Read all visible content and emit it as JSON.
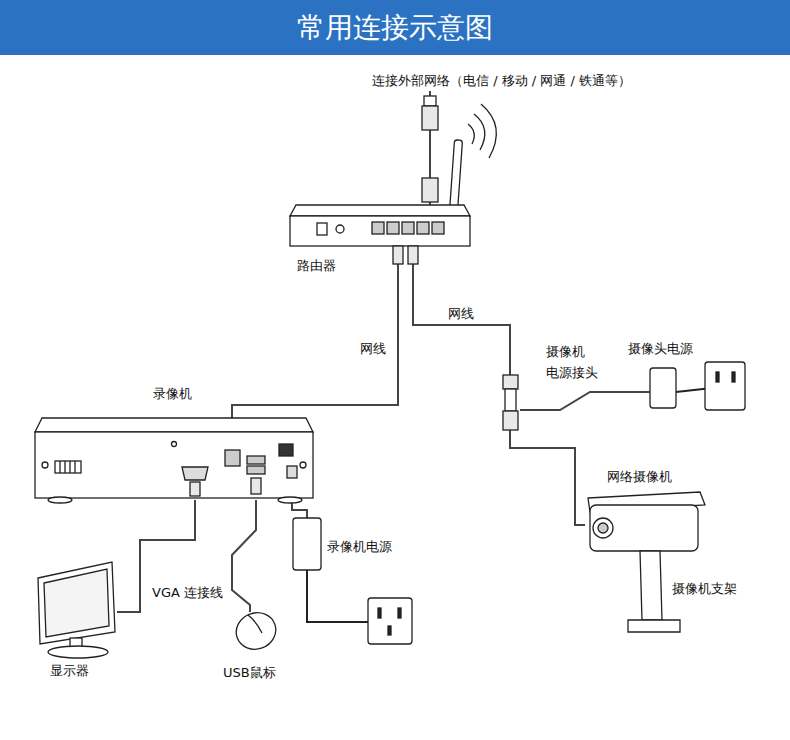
{
  "diagram": {
    "title": "常用连接示意图",
    "nodes": [
      {
        "text": [
          "连接外部网络（电信 / 移动 / 网通 / 铁通等）"
        ]
      },
      {
        "text": [
          "路由器"
        ]
      },
      {
        "text": [
          "录像机"
        ]
      },
      {
        "text": [
          "摄像机 电源接头"
        ]
      },
      {
        "text": [
          "摄像头电源"
        ]
      },
      {
        "text": [
          "网络摄像机"
        ]
      },
      {
        "text": [
          "显示器"
        ]
      },
      {
        "text": [
          "USB鼠标"
        ]
      },
      {
        "text": [
          "录像机电源"
        ]
      }
    ],
    "edges": [
      {
        "from": 0,
        "to": 1,
        "arrow": "none"
      },
      {
        "from": 1,
        "to": 2,
        "label": "网线",
        "arrow": "none"
      },
      {
        "from": 1,
        "to": 3,
        "label": "网线",
        "arrow": "none"
      },
      {
        "from": 4,
        "to": 3,
        "arrow": "none"
      },
      {
        "from": 3,
        "to": 5,
        "arrow": "none"
      },
      {
        "from": 2,
        "to": 6,
        "label": "VGA 连接线",
        "arrow": "none"
      },
      {
        "from": 2,
        "to": 7,
        "arrow": "none"
      },
      {
        "from": 2,
        "to": 8,
        "arrow": "none"
      }
    ],
    "labels": [
      "摄像机支架"
    ]
  }
}
